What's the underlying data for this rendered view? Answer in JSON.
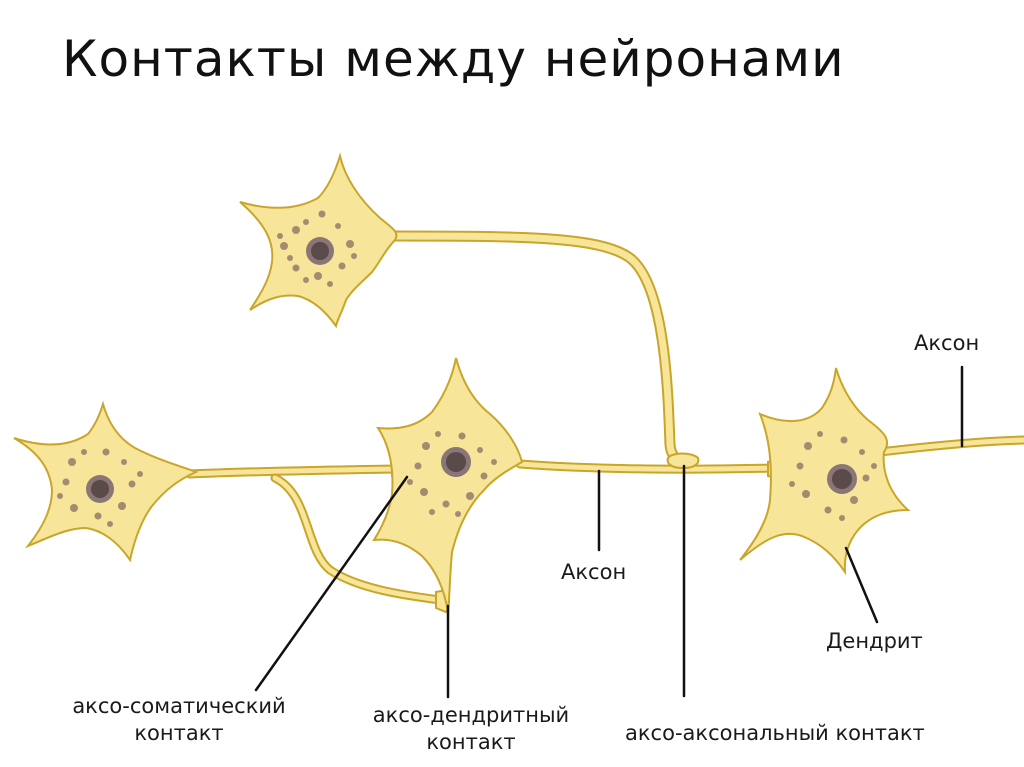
{
  "title": "Контакты между нейронами",
  "labels": {
    "axon_top_right": "Аксон",
    "axon_middle": "Аксон",
    "dendrite": "Дендрит",
    "axo_somatic_line1": "аксо-соматический",
    "axo_somatic_line2": "контакт",
    "axo_dendritic_line1": "аксо-дендритный",
    "axo_dendritic_line2": "контакт",
    "axo_axonal": "аксо-аксональный контакт"
  },
  "colors": {
    "cell_fill": "#f7e59a",
    "cell_stroke": "#c9a52a",
    "granule": "#a58a6f",
    "nucleus": "#5b4a4a",
    "leader_line": "#111111"
  }
}
